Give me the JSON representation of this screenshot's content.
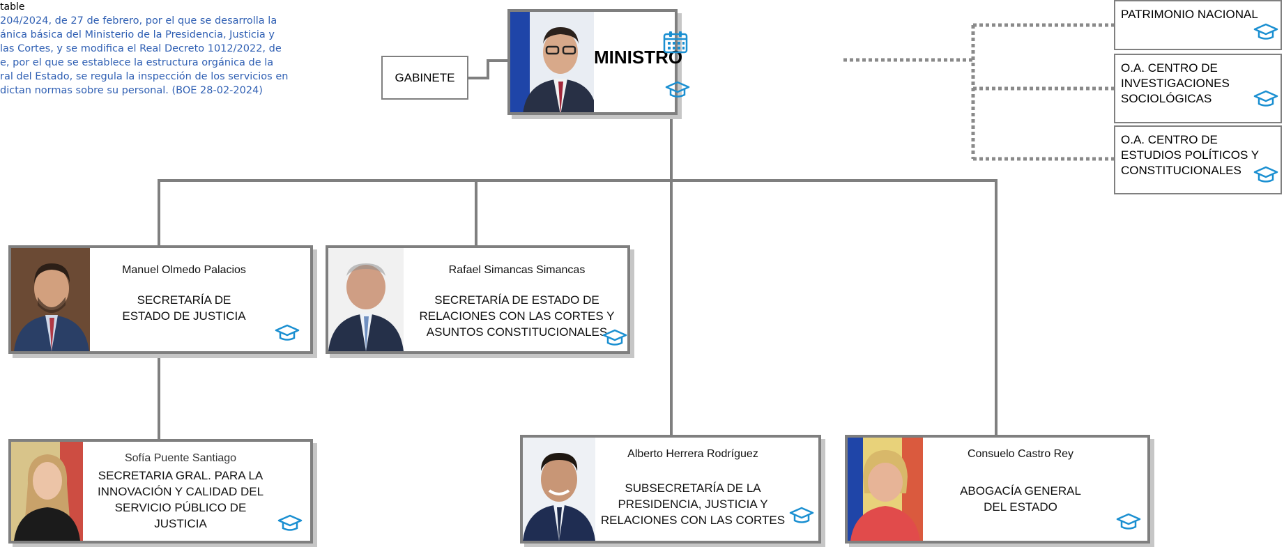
{
  "legal": {
    "header": "table",
    "lines": [
      "204/2024, de 27 de febrero, por el que se desarrolla la",
      "ánica básica del Ministerio de la Presidencia, Justicia y",
      " las Cortes, y se modifica el Real Decreto 1012/2022, de",
      "e, por el que se establece la estructura orgánica de la",
      "ral del Estado, se regula la inspección de los servicios en",
      "dictan normas sobre su personal. (BOE 28-02-2024)"
    ]
  },
  "minister": {
    "title": "MINISTRO"
  },
  "gabinete": {
    "label": "GABINETE"
  },
  "agencies": [
    {
      "label": "PATRIMONIO NACIONAL"
    },
    {
      "label": "O.A. CENTRO DE\nINVESTIGACIONES\nSOCIOLÓGICAS"
    },
    {
      "label": "O.A. CENTRO DE\nESTUDIOS POLÍTICOS Y\nCONSTITUCIONALES"
    }
  ],
  "units": [
    {
      "name": "Manuel Olmedo Palacios",
      "unit": "SECRETARÍA DE\nESTADO DE JUSTICIA"
    },
    {
      "name": "Rafael Simancas Simancas",
      "unit": "SECRETARÍA DE ESTADO DE\nRELACIONES CON LAS CORTES Y\nASUNTOS CONSTITUCIONALES"
    },
    {
      "name": "Sofía Puente Santiago",
      "unit": "SECRETARIA GRAL. PARA LA\nINNOVACIÓN  Y CALIDAD DEL\nSERVICIO PÚBLICO DE\nJUSTICIA"
    },
    {
      "name": "Alberto Herrera Rodríguez",
      "unit": "SUBSECRETARÍA DE LA\nPRESIDENCIA, JUSTICIA Y\nRELACIONES CON LAS CORTES"
    },
    {
      "name": "Consuelo Castro Rey",
      "unit": "ABOGACÍA GENERAL\nDEL ESTADO"
    }
  ],
  "colors": {
    "border": "#7f7f7f",
    "shadow": "#c6c6c6",
    "icon": "#1a8fd1",
    "legal_text": "#2f5fb3"
  },
  "icons": [
    "graduation-cap-icon",
    "calendar-icon"
  ]
}
